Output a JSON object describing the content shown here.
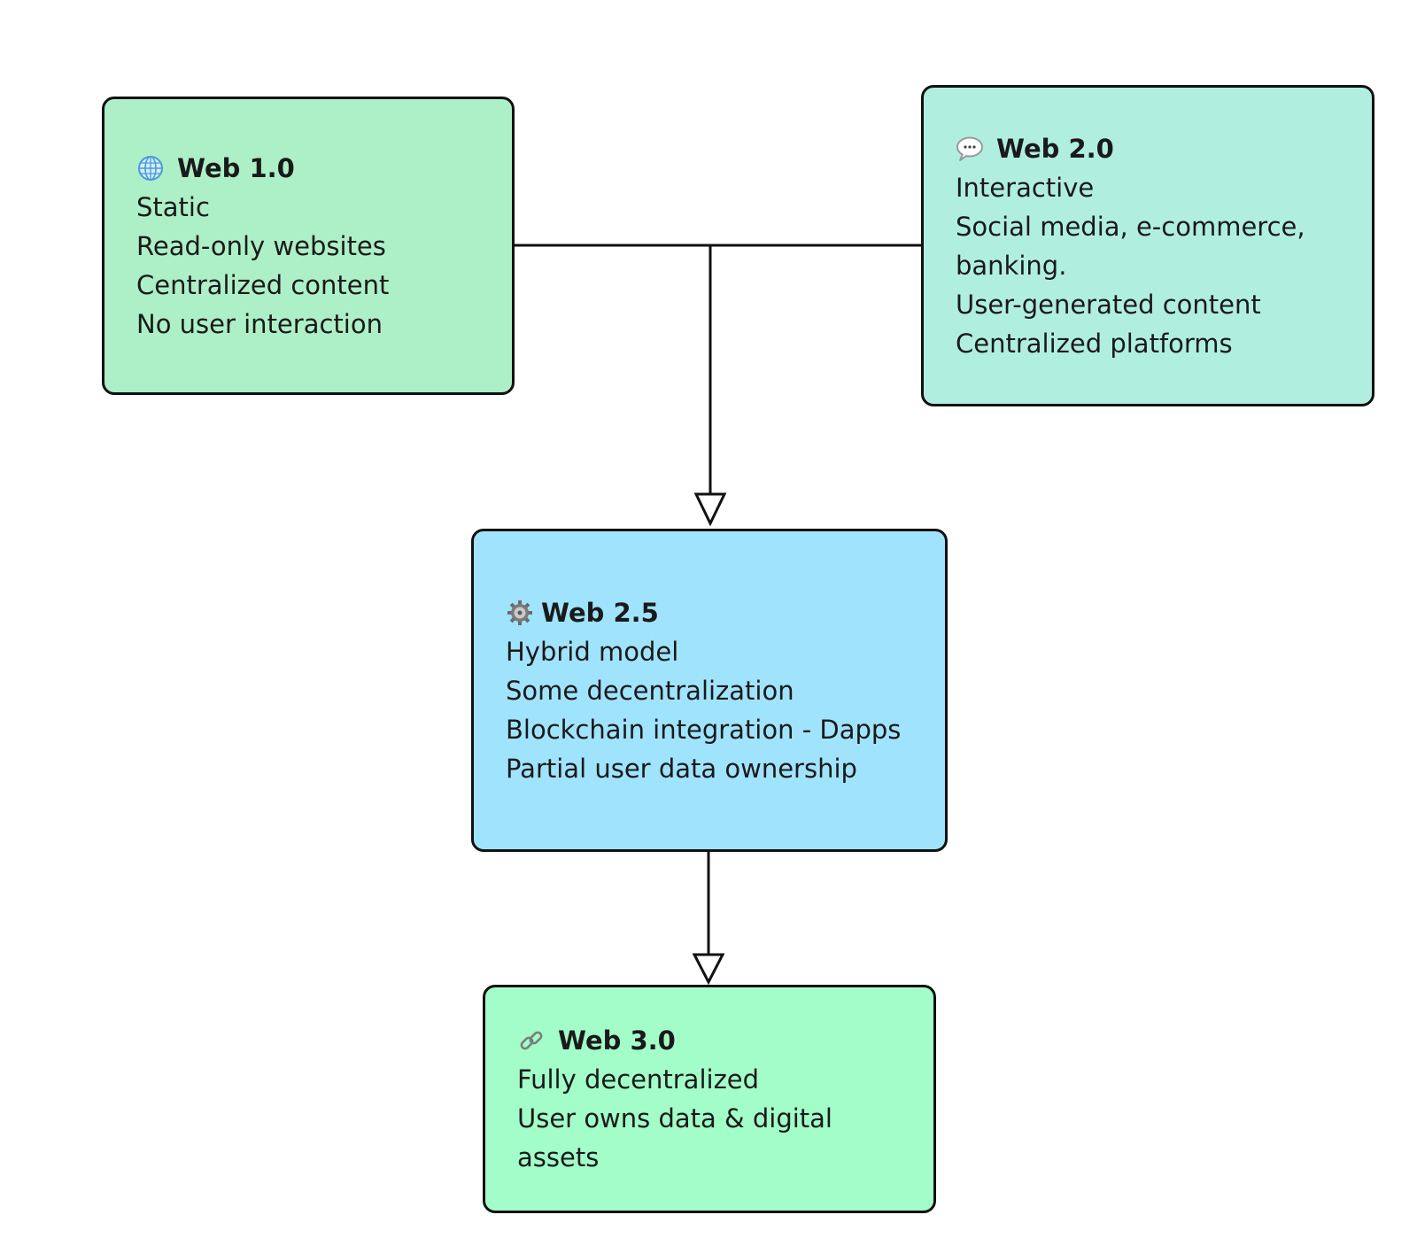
{
  "colors": {
    "web10_fill": "#adf0c8",
    "web20_fill": "#b0efe0",
    "web25_fill": "#a0e3fc",
    "web30_fill": "#a2fdc8",
    "stroke": "#111111"
  },
  "nodes": {
    "web10": {
      "icon": "globe-icon",
      "title": "Web 1.0",
      "lines": [
        "Static",
        "Read-only websites",
        "Centralized content",
        "No user interaction"
      ]
    },
    "web20": {
      "icon": "speech-bubble-icon",
      "title": "Web 2.0",
      "lines": [
        "Interactive",
        "Social media, e-commerce,",
        "banking.",
        "User-generated content",
        "Centralized platforms"
      ]
    },
    "web25": {
      "icon": "gear-icon",
      "title": "Web 2.5",
      "lines": [
        "Hybrid model",
        "Some decentralization",
        "Blockchain integration - Dapps",
        "Partial user data ownership"
      ]
    },
    "web30": {
      "icon": "link-icon",
      "title": "Web 3.0",
      "lines": [
        "Fully decentralized",
        "User owns data & digital",
        "assets"
      ]
    }
  },
  "edges": [
    {
      "from": [
        "web10",
        "web20"
      ],
      "to": "web25",
      "arrow": "hollow-triangle"
    },
    {
      "from": [
        "web25"
      ],
      "to": "web30",
      "arrow": "hollow-triangle"
    }
  ]
}
